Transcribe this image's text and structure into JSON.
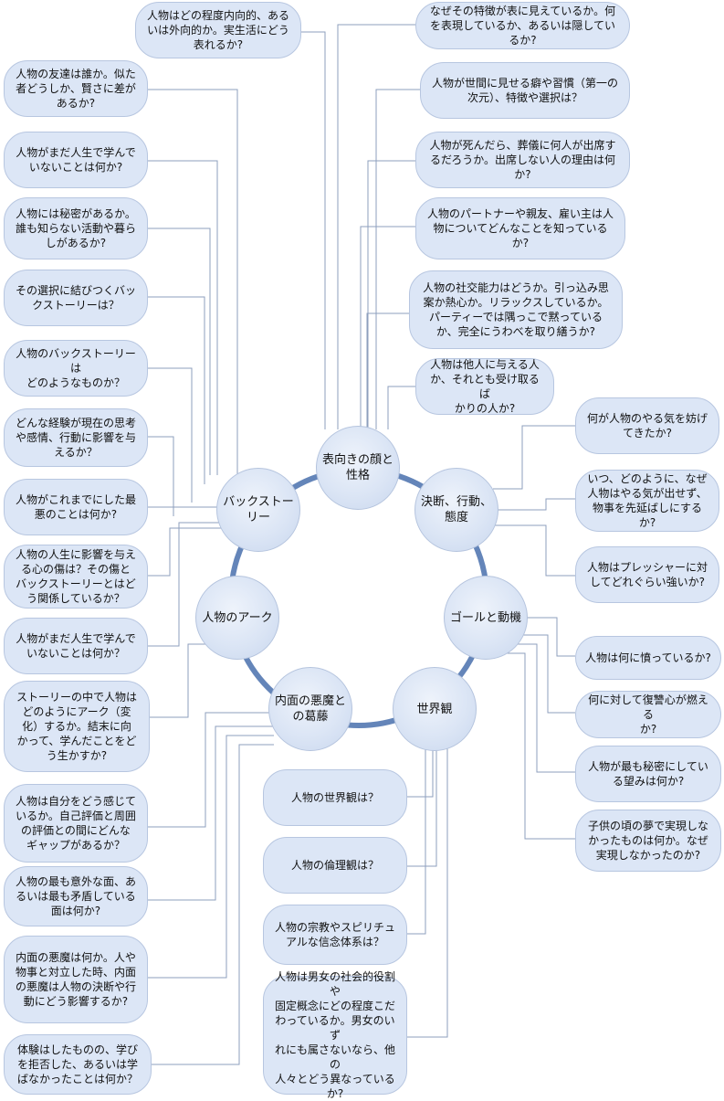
{
  "colors": {
    "ring": "#6485b9",
    "box_fill": "#dce6f6",
    "box_border": "#b7c6e0",
    "connector": "#8e9fbd"
  },
  "center": {
    "ring_shape": "circle"
  },
  "nodes": {
    "persona": "表向きの顔と\n性格",
    "decision": "決断、行動、\n態度",
    "goal": "ゴールと動機",
    "worldview": "世界観",
    "inner": "内面の悪魔と\nの葛藤",
    "arc": "人物のアーク",
    "backstory": "バックストー\nリー"
  },
  "boxes": {
    "b01": "人物はどの程度内向的、ある\nいは外向的か。実生活にどう\n表れるか?",
    "b02": "なぜその特徴が表に見えているか。何\nを表現しているか、あるいは隠してい\nるか?",
    "b03": "人物の友達は誰か。似た\n者どうしか、賢さに差が\nあるか?",
    "b04": "人物が世間に見せる癖や習慣（第一の\n次元）、特徴や選択は？",
    "b05": "人物がまだ人生で学んで\nいないことは何か?",
    "b06": "人物が死んだら、葬儀に何人が出席す\nるだろうか。出席しない人の理由は何\nか?",
    "b07": "人物には秘密があるか。\n誰も知らない活動や暮ら\nしがあるか?",
    "b08": "人物のパートナーや親友、雇い主は人\n物についてどんなことを知っている\nか?",
    "b09": "その選択に結びつくバッ\nクストーリーは？",
    "b10": "人物の社交能力はどうか。引っ込み思\n案か熱心か。リラックスしているか。\nパーティーでは隅っこで黙っている\nか、完全にうわべを取り繕うか?",
    "b11": "人物のバックストーリーは\nどのようなものか？",
    "b12": "人物は他人に与える人\nか、それとも受け取るば\nかりの人か?",
    "b13": "どんな経験が現在の思考\nや感情、行動に影響を与\nえるか？",
    "b14": "何が人物のやる気を妨げ\nてきたか?",
    "b15": "人物がこれまでにした最\n悪のことは何か?",
    "b16": "いつ、どのように、なぜ\n人物はやる気が出せず、\n物事を先延ばしにするか?",
    "b17": "人物の人生に影響を与え\nる心の傷は？その傷と\nバックストーリーとはど\nう関係しているか？",
    "b18": "人物はプレッシャーに対\nしてどれぐらい強いか?",
    "b19": "人物がまだ人生で学んで\nいないことは何か？",
    "b20": "人物は何に憤っているか?",
    "b21": "ストーリーの中で人物は\nどのようにアーク（変\n化）するか。結末に向\nかって、学んだことをど\nう生かすか?",
    "b22": "何に対して復讐心が燃える\nか?",
    "b23": "人物の世界観は？",
    "b24": "人物が最も秘密にしてい\nる望みは何か?",
    "b25": "人物は自分をどう感じて\nいるか。自己評価と周囲\nの評価との間にどんな\nギャップがあるか？",
    "b26": "子供の頃の夢で実現しな\nかったものは何か。なぜ\n実現しなかったのか?",
    "b27": "人物の倫理観は？",
    "b28": "人物の最も意外な面、あ\nるいは最も矛盾している\n面は何か?",
    "b29": "人物の宗教やスピリチュ\nアルな信念体系は？",
    "b30": "内面の悪魔は何か。人や\n物事と対立した時、内面\nの悪魔は人物の決断や行\n動にどう影響するか?",
    "b31": "人物は男女の社会的役割や\n固定概念にどの程度こだ\nわっているか。男女のいず\nれにも属さないなら、他の\n人々とどう異なっている\nか?",
    "b32": "体験はしたものの、学び\nを拒否した、あるいは学\nばなかったことは何か？"
  }
}
